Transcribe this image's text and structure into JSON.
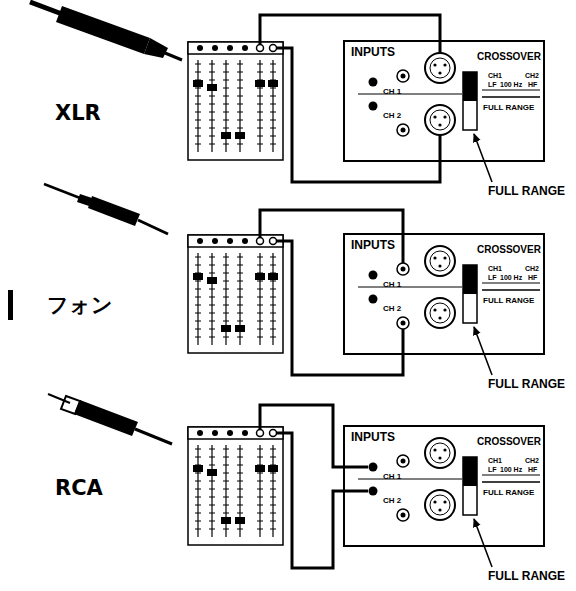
{
  "diagram": {
    "nodes": [
      {
        "text": [
          "INPUTS",
          "CH 1",
          "CH 2",
          "CROSSOVER",
          "CH1",
          "CH2",
          "LF",
          "100 Hz",
          "HF",
          "FULL RANGE"
        ]
      },
      {
        "text": [
          "INPUTS",
          "CH 1",
          "CH 2",
          "CROSSOVER",
          "CH1",
          "CH2",
          "LF",
          "100 Hz",
          "HF",
          "FULL RANGE"
        ]
      },
      {
        "text": [
          "INPUTS",
          "CH 1",
          "CH 2",
          "CROSSOVER",
          "CH1",
          "CH2",
          "LF",
          "100 Hz",
          "HF",
          "FULL RANGE"
        ]
      }
    ],
    "edges": [],
    "labels": [
      "XLR",
      "フォン",
      "RCA",
      "FULL RANGE",
      "FULL RANGE",
      "FULL RANGE"
    ]
  }
}
